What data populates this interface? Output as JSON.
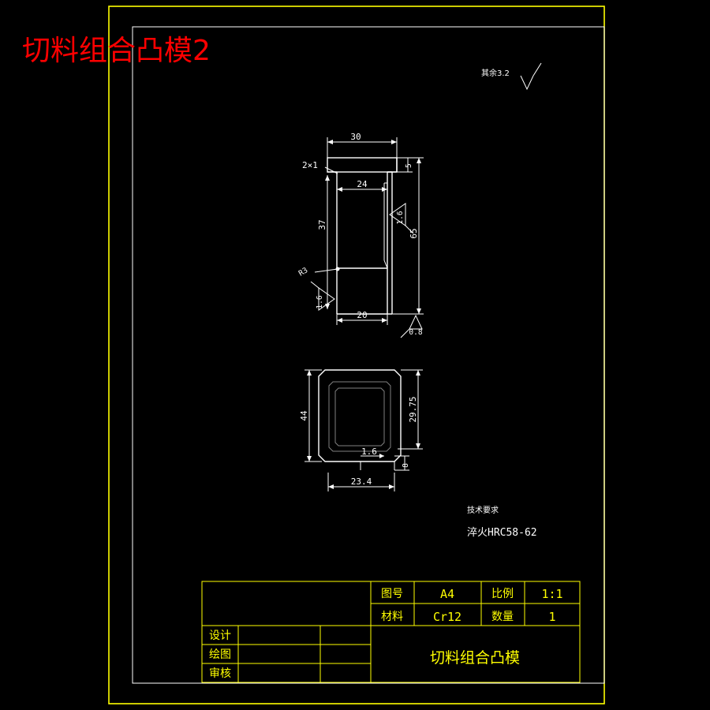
{
  "drawing": {
    "title_red": "切料组合凸模2",
    "surface_note": "其余3.2",
    "tech_req_heading": "技术要求",
    "tech_req_line": "淬火HRC58-62"
  },
  "front_view": {
    "dims": {
      "width_30": "30",
      "chamfer_2x1": "2×1",
      "flange_5": "5",
      "inner_24": "24",
      "height_37": "37",
      "total_65": "65",
      "base_20": "20",
      "radius_r3": "R3"
    },
    "finish": {
      "f16_right": "1.6",
      "f16_left": "1.6",
      "f08": "0.8"
    }
  },
  "plan_view": {
    "dims": {
      "height_44": "44",
      "inner_2975": "29.75",
      "wall_16": "1.6",
      "slot_8": "8",
      "width_234": "23.4"
    }
  },
  "title_block": {
    "rows_left": [
      {
        "label": "设计",
        "value": "",
        "value2": ""
      },
      {
        "label": "绘图",
        "value": "",
        "value2": ""
      },
      {
        "label": "审核",
        "value": "",
        "value2": ""
      }
    ],
    "fields": [
      {
        "label": "图号",
        "value": "A4"
      },
      {
        "label": "比例",
        "value": "1:1"
      },
      {
        "label": "材料",
        "value": "Cr12"
      },
      {
        "label": "数量",
        "value": "1"
      }
    ],
    "part_name": "切料组合凸模"
  },
  "colors": {
    "background": "#000000",
    "border": "#ffff00",
    "geometry": "#ffffff",
    "hidden": "#808080",
    "title": "#ff0000"
  }
}
